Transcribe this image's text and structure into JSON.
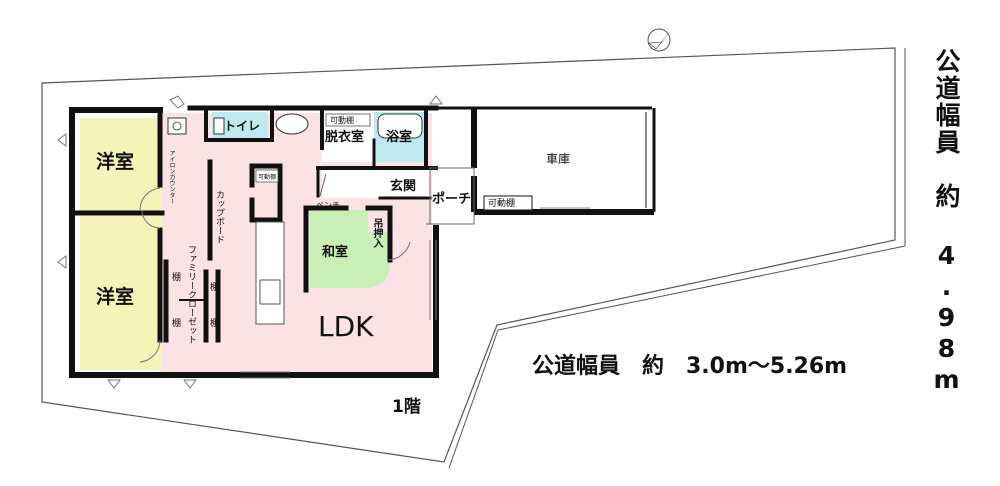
{
  "labels": {
    "youshitsu_upper": "洋室",
    "youshitsu_lower": "洋室",
    "toilet": "トイレ",
    "kadoudana_top": "可動棚",
    "datsuishitsu": "脱衣室",
    "yokushitsu": "浴室",
    "shako": "車庫",
    "genkan": "玄関",
    "porch": "ポーチ",
    "kadoudana_garage": "可動棚",
    "kadoudana_small": "可動棚",
    "bench": "ベンチ",
    "washitsu": "和室",
    "tsurioshiire": "吊押入",
    "cupboard": "カップボード",
    "family_closet": "ファミリークローゼット",
    "ironing_counter": "アイロンカウンター",
    "tana_1": "棚",
    "tana_2": "棚",
    "tana_3": "棚",
    "tana_4": "棚",
    "ldk": "LDK",
    "floor": "1階",
    "road_right": "公道幅員　約 4.98m",
    "road_bottom": "公道幅員　約　3.0m～5.26m"
  },
  "colors": {
    "ldk_fill": "#fbe3e5",
    "youshitsu_fill": "#f5f4b8",
    "washitsu_fill": "#c8efb6",
    "wet_fill": "#bfeaf0",
    "wall": "#111111"
  },
  "icons": [
    "compass-icon",
    "toilet-icon",
    "bathtub-icon",
    "sink-icon",
    "stove-icon",
    "door-swing-icon"
  ]
}
